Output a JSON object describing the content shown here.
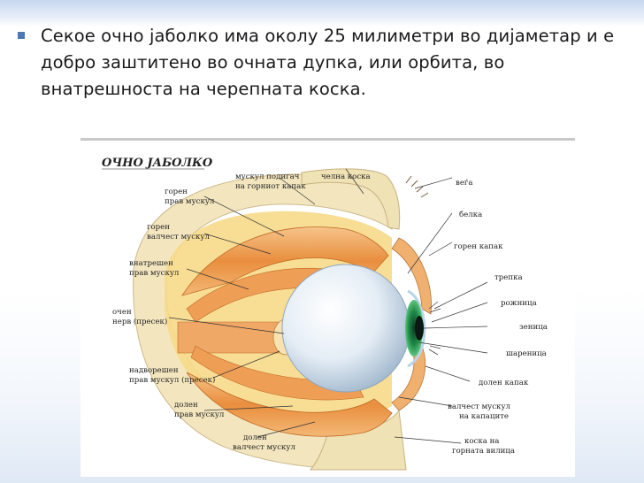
{
  "slide": {
    "bullet_text": "Секое очно јаболко има околу 25 милиметри во дијаметар и е добро заштитено во очната дупка, или орбита, во внатрешноста на черепната коска."
  },
  "figure": {
    "title": "ОЧНО ЈАБОЛКО",
    "labels": {
      "muscle_upper_lid_1": "мускул подигач",
      "muscle_upper_lid_2": "на горниот капак",
      "frontal_bone": "челна коска",
      "eyebrow": "веѓа",
      "sup_rectus_1": "горен",
      "sup_rectus_2": "прав мускул",
      "sclera": "белка",
      "sup_oblique_1": "горен",
      "sup_oblique_2": "валчест мускул",
      "upper_lid": "горен капак",
      "med_rectus_1": "внатрешен",
      "med_rectus_2": "прав мускул",
      "eyelash": "трепка",
      "optic_nerve_1": "очен",
      "optic_nerve_2": "нерв (пресек)",
      "cornea": "рожница",
      "pupil": "зеница",
      "iris": "шареница",
      "lat_rectus_1": "надворешен",
      "lat_rectus_2": "прав мускул (пресек)",
      "lower_lid": "долен капак",
      "inf_rectus_1": "долен",
      "inf_rectus_2": "прав мускул",
      "inf_oblique_1": "валчест мускул",
      "inf_oblique_2": "на капаците",
      "inf_oblique_3": "долен",
      "inf_oblique_4": "валчест мускул",
      "maxilla_1": "коска на",
      "maxilla_2": "горната вилица"
    }
  }
}
